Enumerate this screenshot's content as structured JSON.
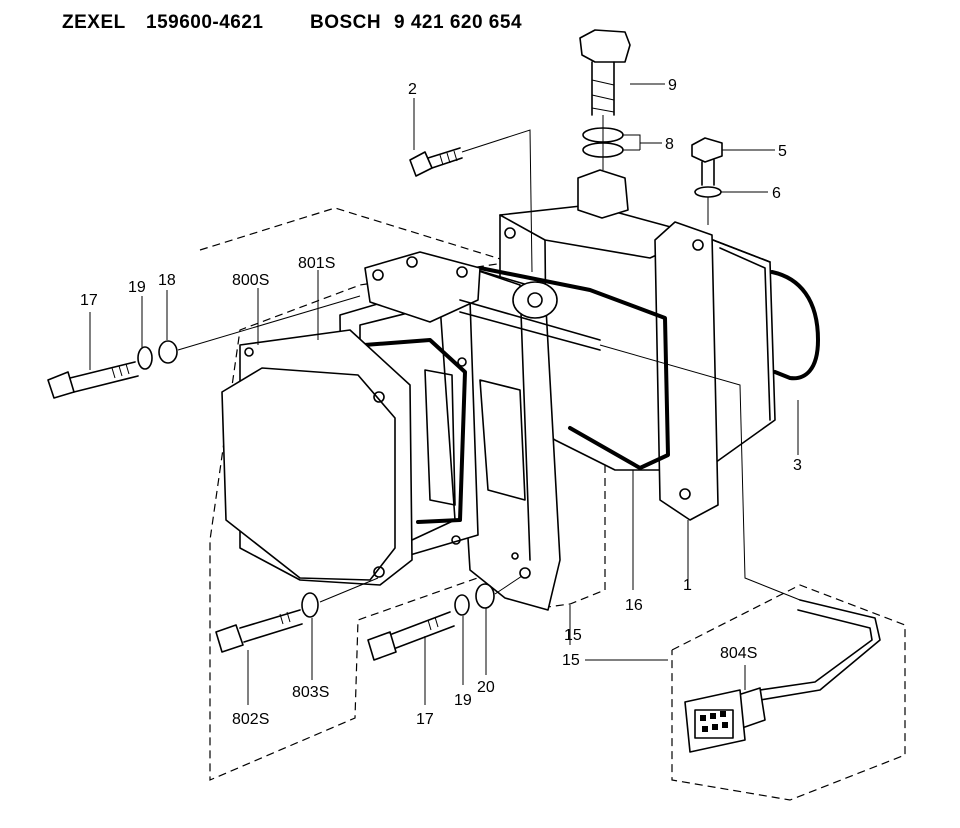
{
  "header": {
    "brand1": "ZEXEL",
    "part1": "159600-4621",
    "brand2": "BOSCH",
    "part2": "9 421 620 654"
  },
  "callouts": {
    "c2": "2",
    "c9": "9",
    "c8": "8",
    "c5": "5",
    "c6": "6",
    "c3": "3",
    "c801s": "801S",
    "c800s": "800S",
    "c17a": "17",
    "c19a": "19",
    "c18": "18",
    "c16": "16",
    "c1": "1",
    "c15a": "15",
    "c15b": "15",
    "c804s": "804S",
    "c802s": "802S",
    "c803s": "803S",
    "c17b": "17",
    "c19b": "19",
    "c20": "20"
  }
}
